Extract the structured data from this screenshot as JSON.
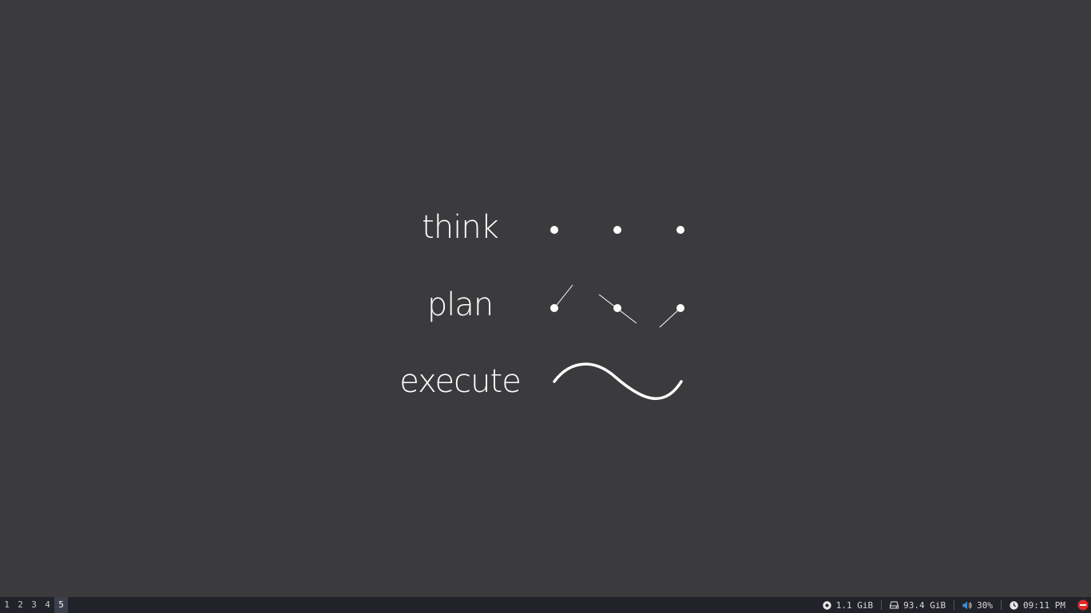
{
  "wallpaper": {
    "words": [
      "think",
      "plan",
      "execute"
    ]
  },
  "statusbar": {
    "workspaces": [
      "1",
      "2",
      "3",
      "4",
      "5"
    ],
    "active_workspace": "5",
    "memory": "1.1 GiB",
    "disk": "93.4 GiB",
    "volume": "30%",
    "clock": "09:11 PM",
    "icons": {
      "memory": "memory-icon",
      "disk": "disk-icon",
      "volume": "volume-icon",
      "clock": "clock-icon",
      "power": "power-icon"
    },
    "colors": {
      "bar_bg": "#22232a",
      "active_ws_bg": "#3c3f4c",
      "volume_accent": "#3a8fe0",
      "power_red": "#e02a2a"
    }
  }
}
